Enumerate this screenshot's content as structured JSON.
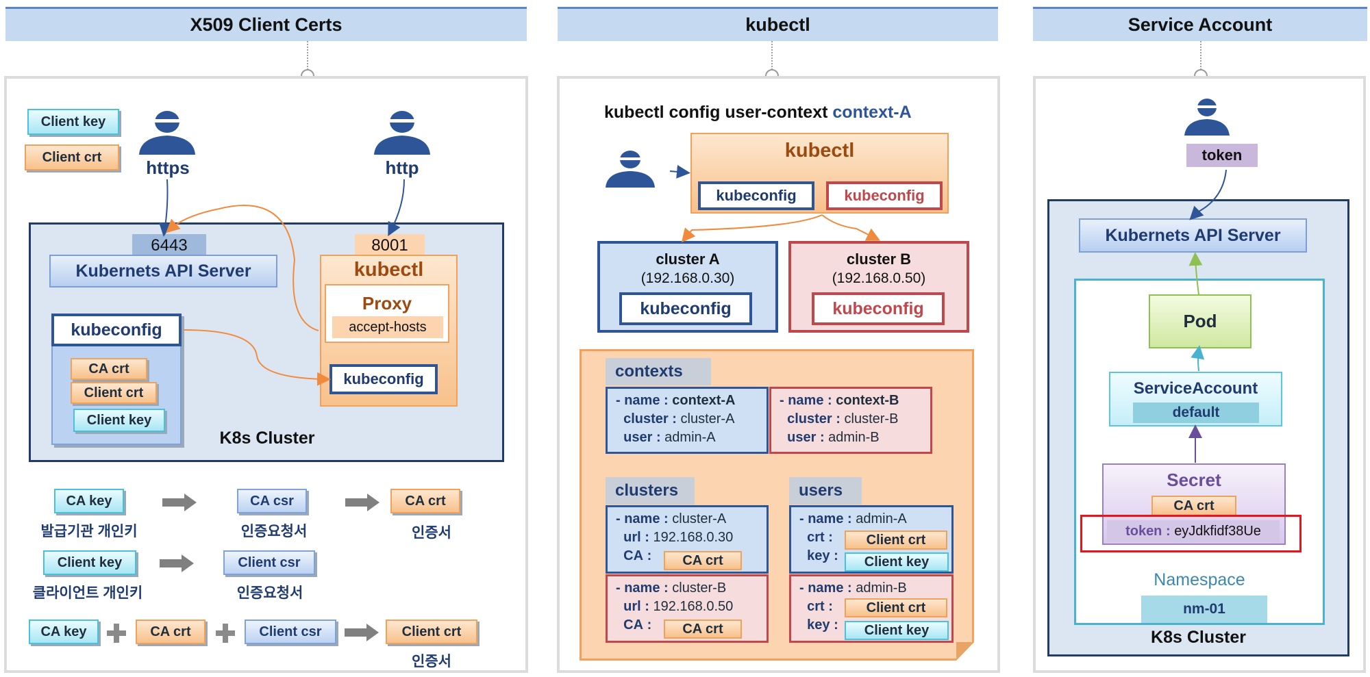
{
  "headers": {
    "x509": "X509 Client Certs",
    "kubectl": "kubectl",
    "sa": "Service Account"
  },
  "x509": {
    "legend": {
      "client_key": "Client key",
      "client_crt": "Client crt"
    },
    "https": "https",
    "http": "http",
    "port_6443": "6443",
    "port_8001": "8001",
    "api_server": "Kubernets API Server",
    "kubectl": "kubectl",
    "proxy": "Proxy",
    "accept_hosts": "accept-hosts",
    "kubeconfig_inner": "kubeconfig",
    "kubeconfig_left": "kubeconfig",
    "ca_crt": "CA crt",
    "client_crt": "Client crt",
    "client_key": "Client key",
    "cluster_label": "K8s Cluster",
    "flow": {
      "ca_key": "CA key",
      "ca_key_sub": "발급기관 개인키",
      "ca_csr": "CA csr",
      "ca_csr_sub": "인증요청서",
      "ca_crt": "CA crt",
      "ca_crt_sub": "인증서",
      "client_key": "Client key",
      "client_key_sub": "클라이언트 개인키",
      "client_csr": "Client csr",
      "client_csr_sub": "인증요청서",
      "row3_ca_key": "CA key",
      "row3_ca_crt": "CA crt",
      "row3_client_csr": "Client csr",
      "row3_client_crt": "Client crt",
      "row3_client_crt_sub": "인증서"
    }
  },
  "kubectl_panel": {
    "cmd_prefix": "kubectl config user-context",
    "cmd_ctx": "context-A",
    "kubectl": "kubectl",
    "kubeconfig_a": "kubeconfig",
    "kubeconfig_b": "kubeconfig",
    "cluster_a": {
      "name": "cluster A",
      "ip": "(192.168.0.30)",
      "kc": "kubeconfig"
    },
    "cluster_b": {
      "name": "cluster B",
      "ip": "(192.168.0.50)",
      "kc": "kubeconfig"
    },
    "contexts_tab": "contexts",
    "ctx_a": {
      "name_k": "- name",
      "name_v": "context-A",
      "cluster_k": "cluster",
      "cluster_v": "cluster-A",
      "user_k": "user",
      "user_v": "admin-A"
    },
    "ctx_b": {
      "name_k": "- name",
      "name_v": "context-B",
      "cluster_k": "cluster",
      "cluster_v": "cluster-B",
      "user_k": "user",
      "user_v": "admin-B"
    },
    "clusters_tab": "clusters",
    "users_tab": "users",
    "cl_a": {
      "name_k": "- name",
      "name_v": "cluster-A",
      "url_k": "url",
      "url_v": "192.168.0.30",
      "ca_k": "CA",
      "ca_v": "CA crt"
    },
    "cl_b": {
      "name_k": "- name",
      "name_v": "cluster-B",
      "url_k": "url",
      "url_v": "192.168.0.50",
      "ca_k": "CA",
      "ca_v": "CA crt"
    },
    "us_a": {
      "name_k": "- name",
      "name_v": "admin-A",
      "crt_k": "crt",
      "crt_v": "Client crt",
      "key_k": "key",
      "key_v": "Client key"
    },
    "us_b": {
      "name_k": "- name",
      "name_v": "admin-B",
      "crt_k": "crt",
      "crt_v": "Client crt",
      "key_k": "key",
      "key_v": "Client key"
    }
  },
  "sa_panel": {
    "token_tag": "token",
    "api_server": "Kubernets API Server",
    "pod": "Pod",
    "service_account": "ServiceAccount",
    "default": "default",
    "secret": "Secret",
    "ca_crt": "CA crt",
    "token_k": "token",
    "token_v": "eyJdkfidf38Ue",
    "namespace": "Namespace",
    "nm": "nm-01",
    "cluster_label": "K8s Cluster"
  },
  "colors": {
    "navy": "#2e5597",
    "red": "#c0474c",
    "orange": "#f0a15c",
    "highlight": "#e8141c"
  }
}
